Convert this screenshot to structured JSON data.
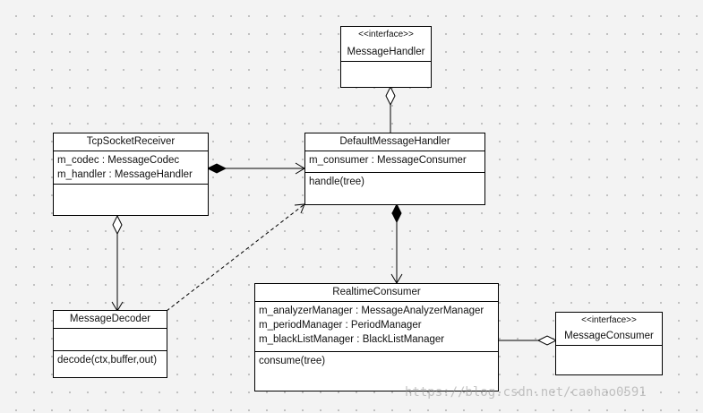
{
  "classes": {
    "message_handler": {
      "stereotype": "<<interface>>",
      "name": "MessageHandler",
      "attributes": [],
      "operations": []
    },
    "tcp_socket_receiver": {
      "name": "TcpSocketReceiver",
      "attributes": [
        "m_codec : MessageCodec",
        "m_handler : MessageHandler"
      ],
      "operations": []
    },
    "default_message_handler": {
      "name": "DefaultMessageHandler",
      "attributes": [
        "m_consumer : MessageConsumer"
      ],
      "operations": [
        "handle(tree)"
      ]
    },
    "message_decoder": {
      "name": "MessageDecoder",
      "attributes": [],
      "operations": [
        "decode(ctx,buffer,out)"
      ]
    },
    "realtime_consumer": {
      "name": "RealtimeConsumer",
      "attributes": [
        "m_analyzerManager : MessageAnalyzerManager",
        "m_periodManager : PeriodManager",
        "m_blackListManager : BlackListManager"
      ],
      "operations": [
        "consume(tree)"
      ]
    },
    "message_consumer": {
      "stereotype": "<<interface>>",
      "name": "MessageConsumer",
      "attributes": [],
      "operations": []
    }
  },
  "watermark": "https://blog.csdn.net/caohao0591"
}
